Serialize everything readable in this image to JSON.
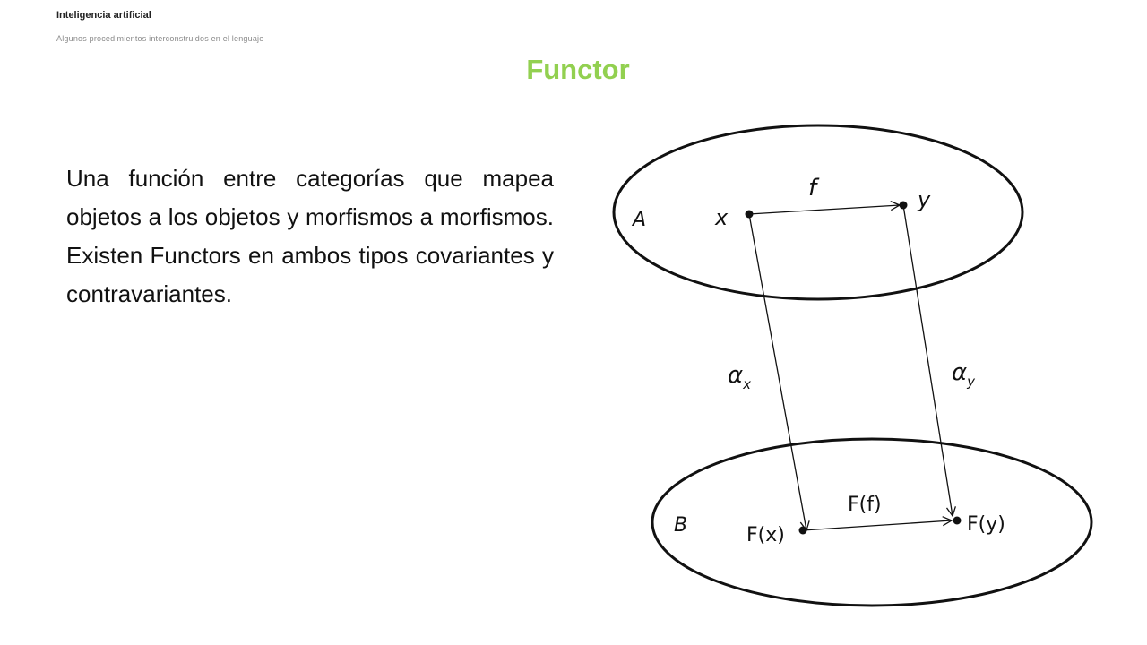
{
  "header": {
    "course_title": "Inteligencia artificial",
    "subtitle": "Algunos procedimientos interconstruidos en el lenguaje"
  },
  "slide": {
    "title": "Functor",
    "body": "Una función entre categorías que mapea objetos a los objetos y morfismos a morfismos. Existen Functors en ambos tipos covariantes y contravariantes."
  },
  "diagram": {
    "category_a": "A",
    "category_b": "B",
    "object_x": "x",
    "object_y": "y",
    "morphism_f": "f",
    "mapped_x": "F(x)",
    "mapped_y": "F(y)",
    "mapped_f": "F(f)",
    "alpha_x_base": "α",
    "alpha_x_sub": "x",
    "alpha_y_base": "α",
    "alpha_y_sub": "y"
  }
}
